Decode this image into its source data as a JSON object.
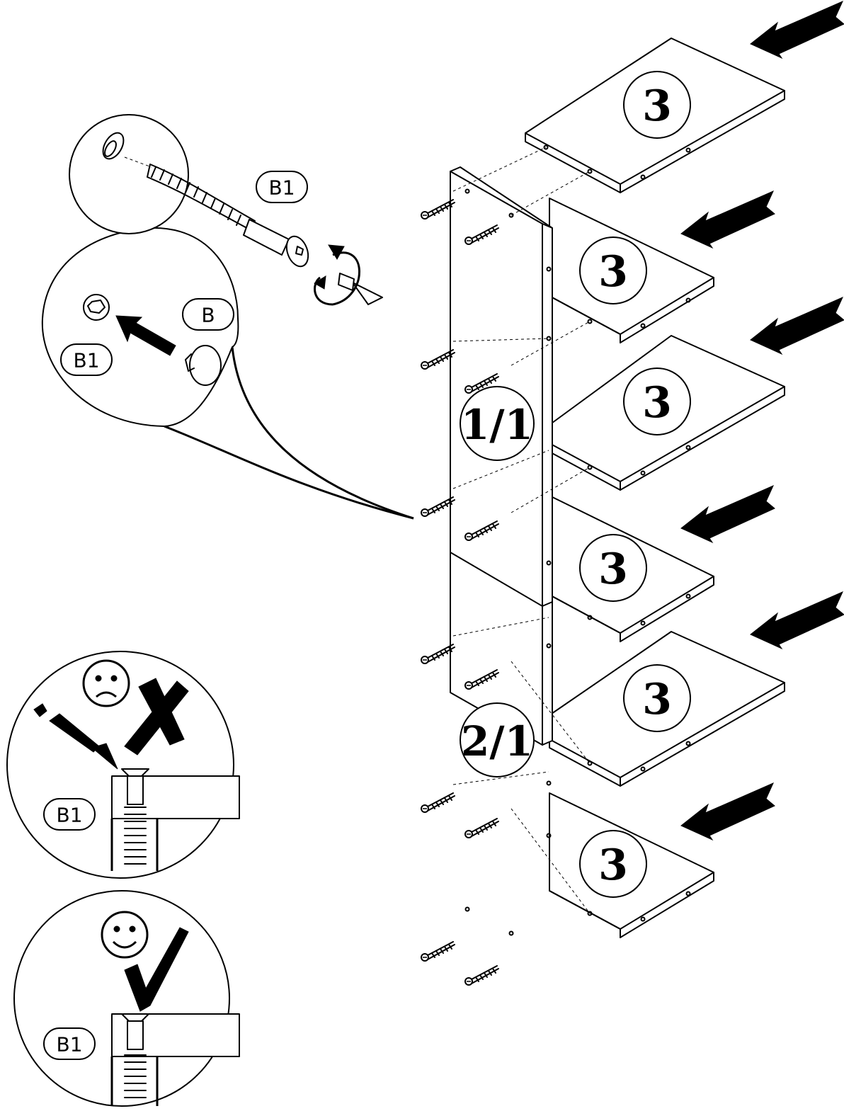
{
  "parts": {
    "side_panel_upper": "1/1",
    "side_panel_lower": "2/1",
    "shelf": "3",
    "screw": "B1",
    "cap": "B"
  },
  "icons": {
    "arrow": "push-arrow-icon",
    "wrong_face": "sad-face-icon",
    "wrong_mark": "cross-mark-icon",
    "right_face": "smiley-face-icon",
    "right_mark": "check-mark-icon",
    "rotate": "rotate-icon"
  },
  "colors": {
    "ink": "#000000",
    "paper": "#ffffff"
  }
}
